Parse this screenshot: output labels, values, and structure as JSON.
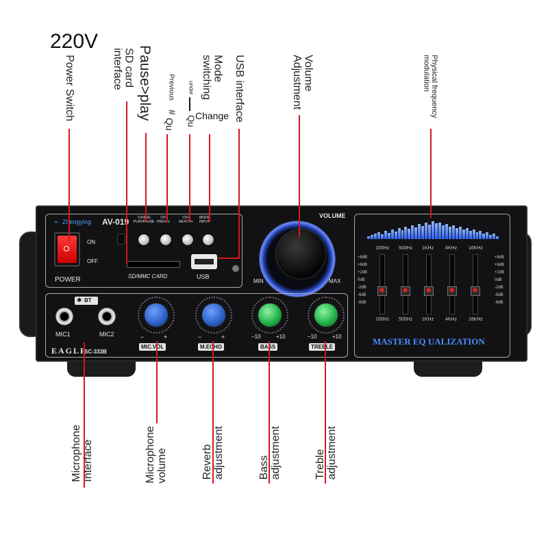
{
  "annotations": {
    "voltage": "220V",
    "power_switch": "Power Switch",
    "sd_card": "SD card\ninterface",
    "pause_play": "Pause>play",
    "previous": "Previous",
    "previous_sym": "#",
    "qu1": "Qu",
    "under": "under",
    "qu2": "Qu",
    "mode_switching": "Mode\nswitching",
    "change": "Change",
    "usb_interface": "USB interface",
    "volume_adjustment": "Volume\nAdjustment",
    "physical_frequency": "Physical frequency\nmodulation",
    "microphone_interface": "Microphone\nInterface",
    "microphone_volume": "Microphone\nvolume",
    "reverb_adjustment": "Reverb\nadjustment",
    "bass_adjustment": "Bass\nadjustment",
    "treble_adjustment": "Treble\nadjustment"
  },
  "device": {
    "brand": "Zhengying",
    "model": "AV-019",
    "on_label": "ON",
    "off_label": "OFF",
    "power_label": "POWER",
    "tuning_label": "TUNING\nPLAY/PAUSE",
    "prev_label": "CH-\nPREV/V-",
    "next_label": "CH+\nNEXT/V+",
    "mode_label": "MODE\nINPUT",
    "sd_label": "SD/MMC CARD",
    "usb_label": "USB",
    "volume_label": "VOLUME",
    "min_label": "MIN",
    "max_label": "MAX",
    "bt_label": "BT",
    "mic1_label": "MIC1",
    "mic2_label": "MIC2",
    "eagle_label": "EAGLE",
    "eagle_model": "SC-333B",
    "mic_vol_label": "MIC.VOL",
    "m_echo_label": "M.ECHO",
    "bass_label": "BASS",
    "treble_label": "TREBLE",
    "minus": "−",
    "plus": "+",
    "minus10": "−10",
    "plus10": "+10",
    "eq_title": "MASTER EQ UALIZATION",
    "eq_freqs": [
      "100Hz",
      "500Hz",
      "1KHz",
      "4KHz",
      "16KHz"
    ],
    "eq_db": [
      "+8dB",
      "+6dB",
      "+2dB",
      "0dB",
      "-2dB",
      "-6dB",
      "-8dB"
    ],
    "eq_levels_db": [
      -2,
      -2,
      -2,
      -2,
      -2
    ]
  },
  "colors": {
    "accent_red": "#d8161b",
    "knob_blue": "#2f63c9",
    "knob_green": "#22b34a",
    "vol_ring": "#5a7dff"
  }
}
